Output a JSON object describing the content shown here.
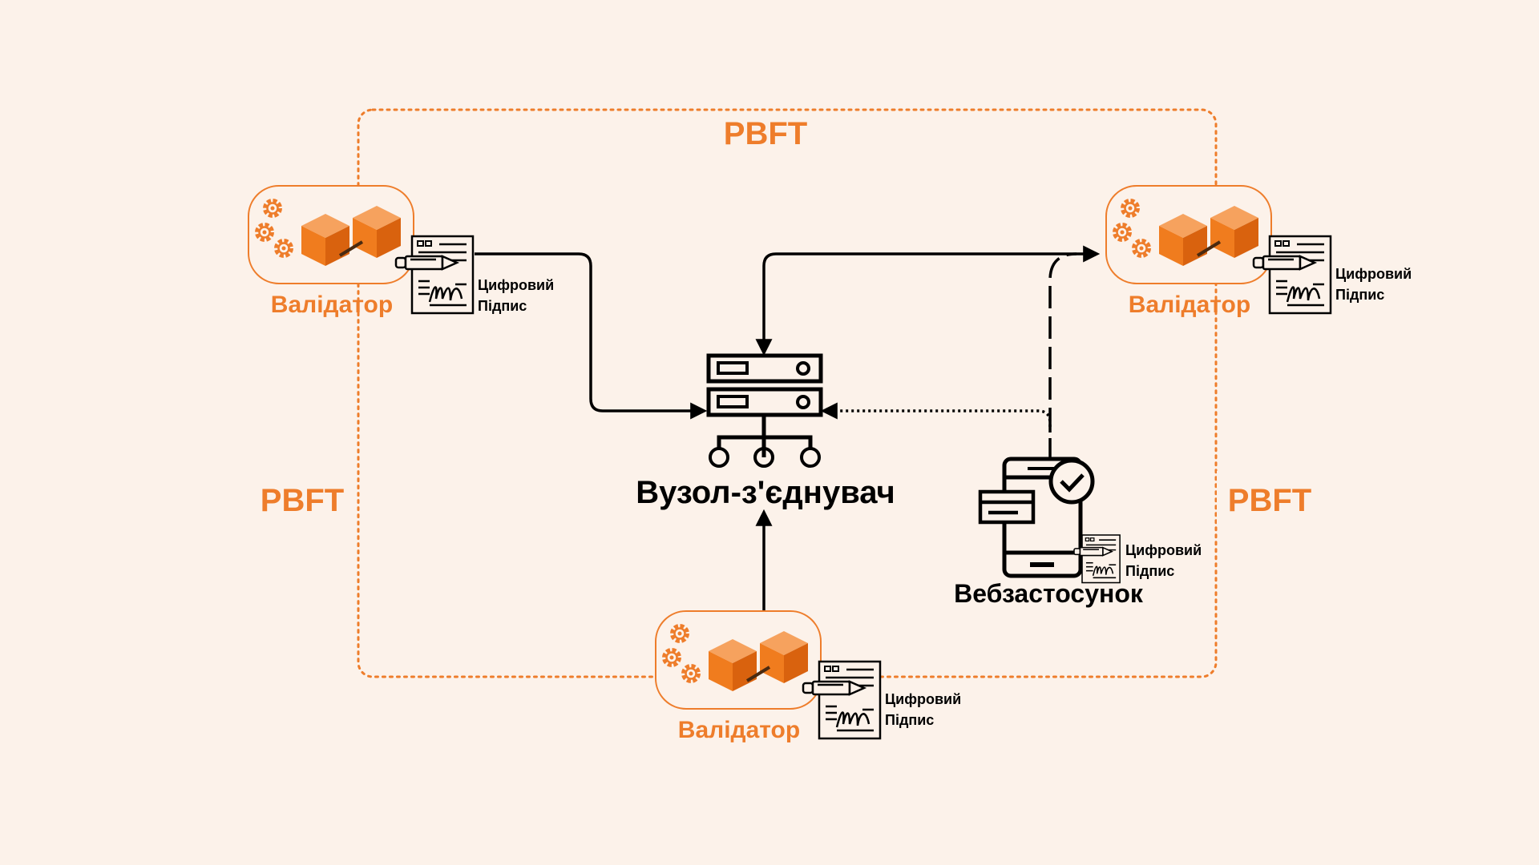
{
  "consensus": {
    "top_label": "PBFT",
    "left_label": "PBFT",
    "right_label": "PBFT"
  },
  "validators": [
    {
      "label": "Валідатор",
      "signature": [
        "Цифровий",
        "Підпис"
      ]
    },
    {
      "label": "Валідатор",
      "signature": [
        "Цифровий",
        "Підпис"
      ]
    },
    {
      "label": "Валідатор",
      "signature": [
        "Цифровий",
        "Підпис"
      ]
    }
  ],
  "connector": {
    "label": "Вузол-з'єднувач"
  },
  "webapp": {
    "label": "Вебзастосунок",
    "signature": [
      "Цифровий",
      "Підпис"
    ]
  },
  "colors": {
    "accent": "#ee7d2b",
    "cube": "#f07c1e",
    "cube_dark": "#d9620e",
    "ink": "#000000",
    "background": "#fcf2ea"
  },
  "icons": [
    "gear-icon",
    "blockchain-cubes-icon",
    "signature-document-icon",
    "pen-icon",
    "server-icon",
    "mobile-app-icon",
    "check-icon",
    "card-icon"
  ]
}
